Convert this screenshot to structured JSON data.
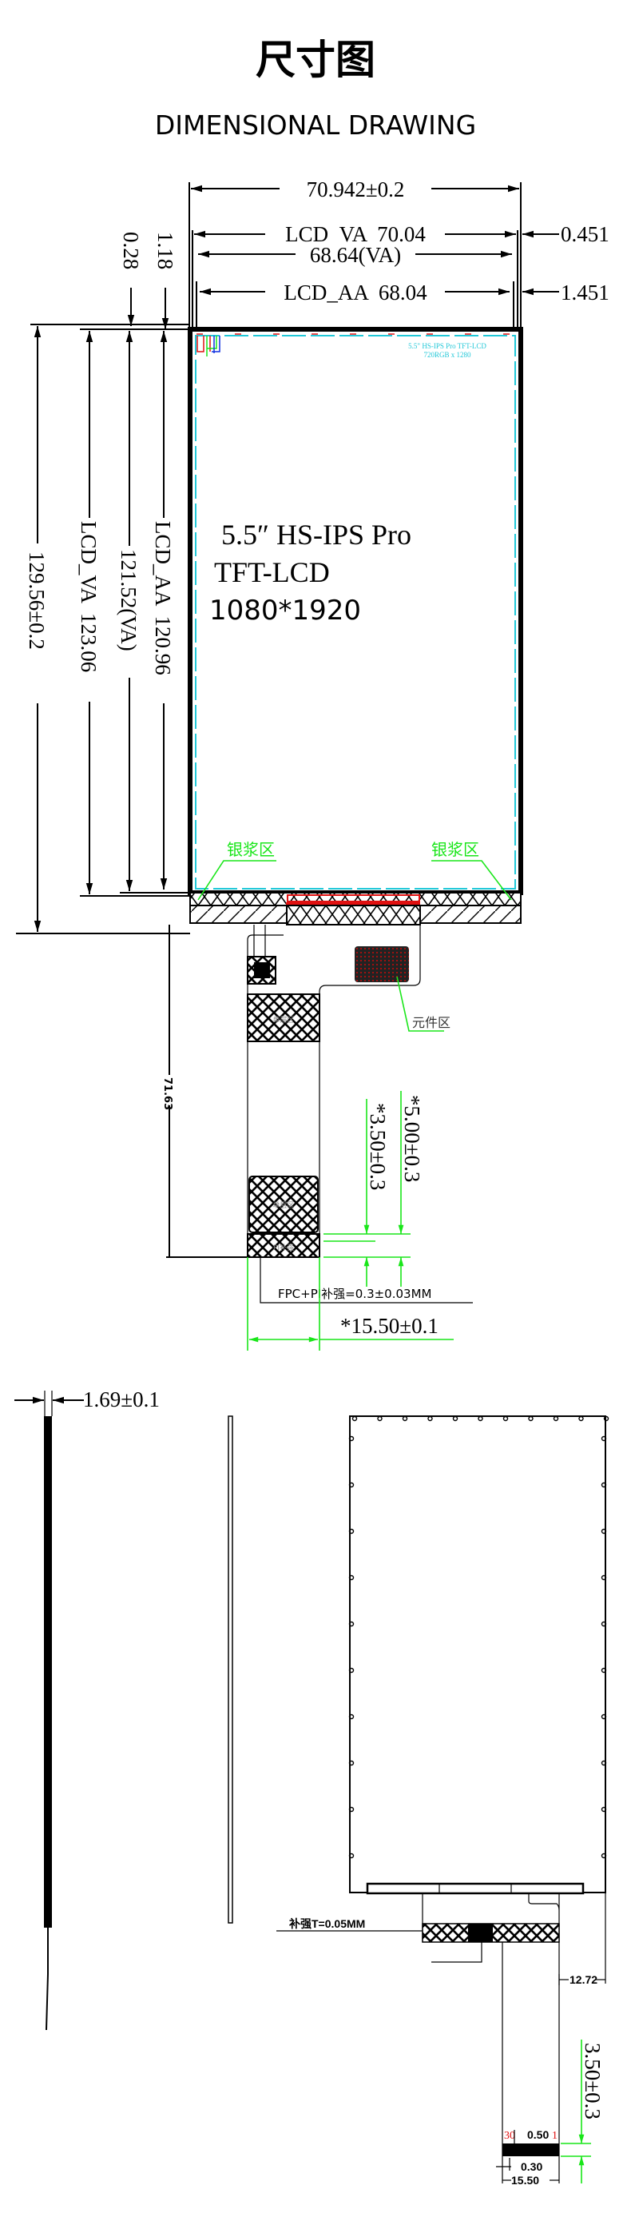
{
  "header": {
    "title": "尺寸图",
    "subtitle": "DIMENSIONAL DRAWING"
  },
  "front_view": {
    "dims_top": {
      "overall_width": "70.942±0.2",
      "lcd_va": "LCD_VA  70.04",
      "va": "68.64(VA)",
      "lcd_aa": "LCD_AA  68.04",
      "right_va_offset": "0.451",
      "right_aa_offset": "1.451",
      "top_offset_1": "0.28",
      "top_offset_2": "1.18"
    },
    "dims_left": {
      "overall_height": "129.56±0.2",
      "lcd_va": "LCD_VA  123.06",
      "va": "121.52(VA)",
      "lcd_aa": "LCD_AA  120.96"
    },
    "panel_marking": {
      "line1": "5.5\" HS-IPS Pro TFT-LCD",
      "line2": "720RGB x 1280"
    },
    "panel_label": {
      "line1": "5.5″ HS-IPS Pro",
      "line2": "TFT-LCD",
      "resolution": "1080*1920"
    },
    "zones": {
      "silver_left": "银浆区",
      "silver_right": "银浆区",
      "component": "元件区",
      "single_layer_1": "单层区",
      "single_layer_2": "单层区",
      "pi_stiffener": "PI补强"
    },
    "fpc_dims": {
      "fpc_length": "71.63",
      "dim_350": "*3.50±0.3",
      "dim_500": "*5.00±0.3",
      "stiffener_note": "FPC+PI补强=0.3±0.03MM",
      "fpc_width": "*15.50±0.1"
    }
  },
  "side_view": {
    "thickness": "1.69±0.1"
  },
  "back_view": {
    "stiffener_note": "补强T=0.05MM",
    "dim_1272": "12.72",
    "dim_350": "3.50±0.3",
    "pin_last": "30",
    "pitch": "0.50",
    "pin_first": "1",
    "pin_width": "0.30",
    "fpc_width": "15.50"
  },
  "colors": {
    "dimension_green": "#19e619",
    "cyan": "#22c8d8",
    "red": "#e01010"
  }
}
